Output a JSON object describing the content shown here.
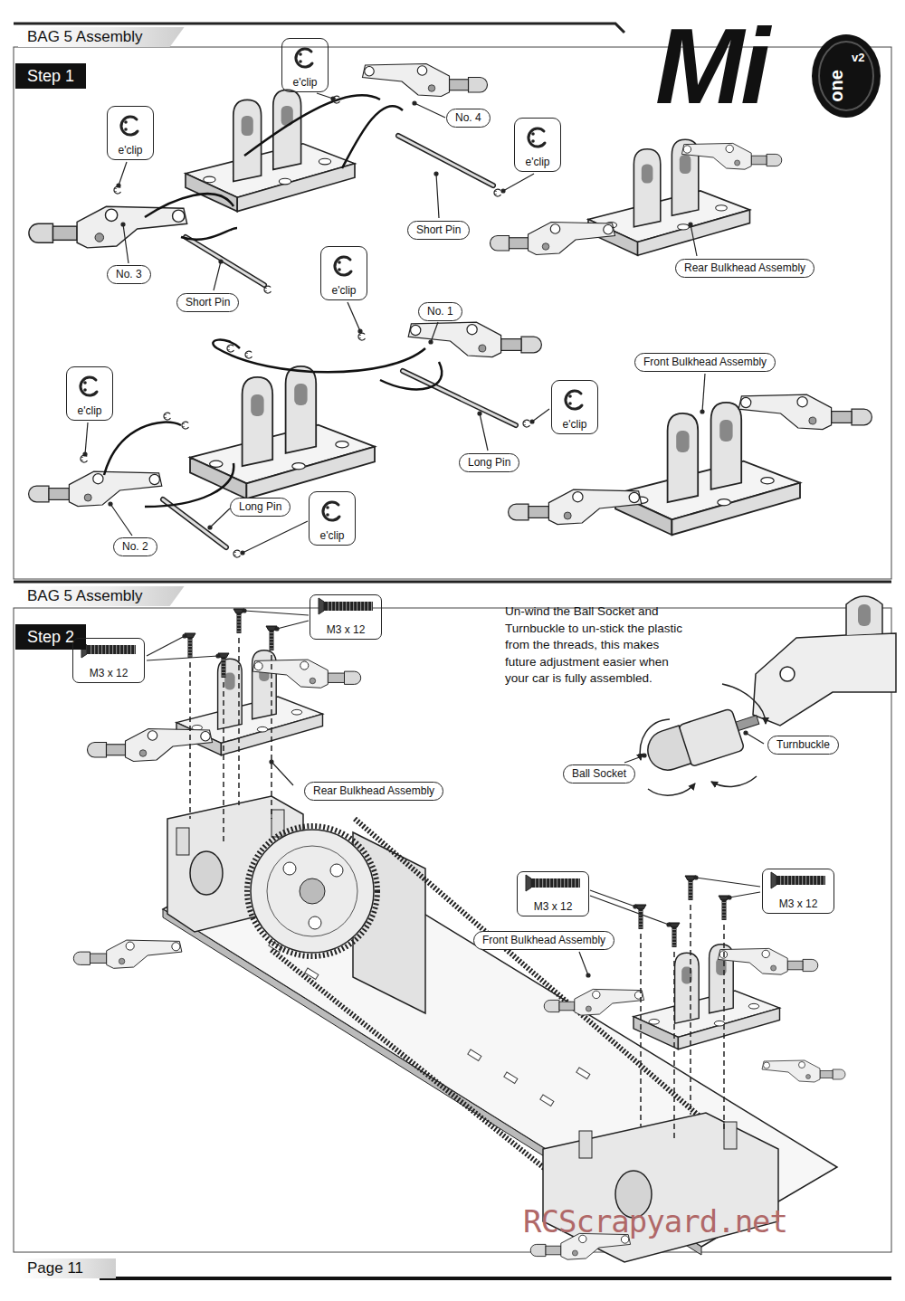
{
  "diagram": {
    "nodes": [
      {
        "text": [
          "BAG 5 Assembly"
        ]
      },
      {
        "text": [
          "Step 1"
        ]
      },
      {
        "text": [
          "e'clip"
        ]
      },
      {
        "text": [
          "No. 4"
        ]
      },
      {
        "text": [
          "e'clip"
        ]
      },
      {
        "text": [
          "e'clip"
        ]
      },
      {
        "text": [
          "Short Pin"
        ]
      },
      {
        "text": [
          "No. 3"
        ]
      },
      {
        "text": [
          "Rear Bulkhead Assembly"
        ]
      },
      {
        "text": [
          "Short Pin"
        ]
      },
      {
        "text": [
          "e'clip"
        ]
      },
      {
        "text": [
          "No. 1"
        ]
      },
      {
        "text": [
          "Front Bulkhead Assembly"
        ]
      },
      {
        "text": [
          "e'clip"
        ]
      },
      {
        "text": [
          "e'clip"
        ]
      },
      {
        "text": [
          "Long Pin"
        ]
      },
      {
        "text": [
          "Long Pin"
        ]
      },
      {
        "text": [
          "e'clip"
        ]
      },
      {
        "text": [
          "No. 2"
        ]
      },
      {
        "text": [
          "BAG 5 Assembly"
        ]
      },
      {
        "text": [
          "Step 2"
        ]
      },
      {
        "text": [
          "M3 x 12"
        ]
      },
      {
        "text": [
          "M3 x 12"
        ]
      },
      {
        "text": [
          "Rear Bulkhead Assembly"
        ]
      },
      {
        "text": [
          "Ball Socket"
        ]
      },
      {
        "text": [
          "Turnbuckle"
        ]
      },
      {
        "text": [
          "M3 x 12"
        ]
      },
      {
        "text": [
          "M3 x 12"
        ]
      },
      {
        "text": [
          "Front Bulkhead Assembly"
        ]
      }
    ],
    "labels": [
      "Un-wind the Ball Socket and Turnbuckle to un-stick the plastic from the threads, this makes future adjustment easier when your car is fully assembled.",
      "Page 11",
      "RCScrapyard.net",
      "Mi",
      "one",
      "v2"
    ]
  }
}
